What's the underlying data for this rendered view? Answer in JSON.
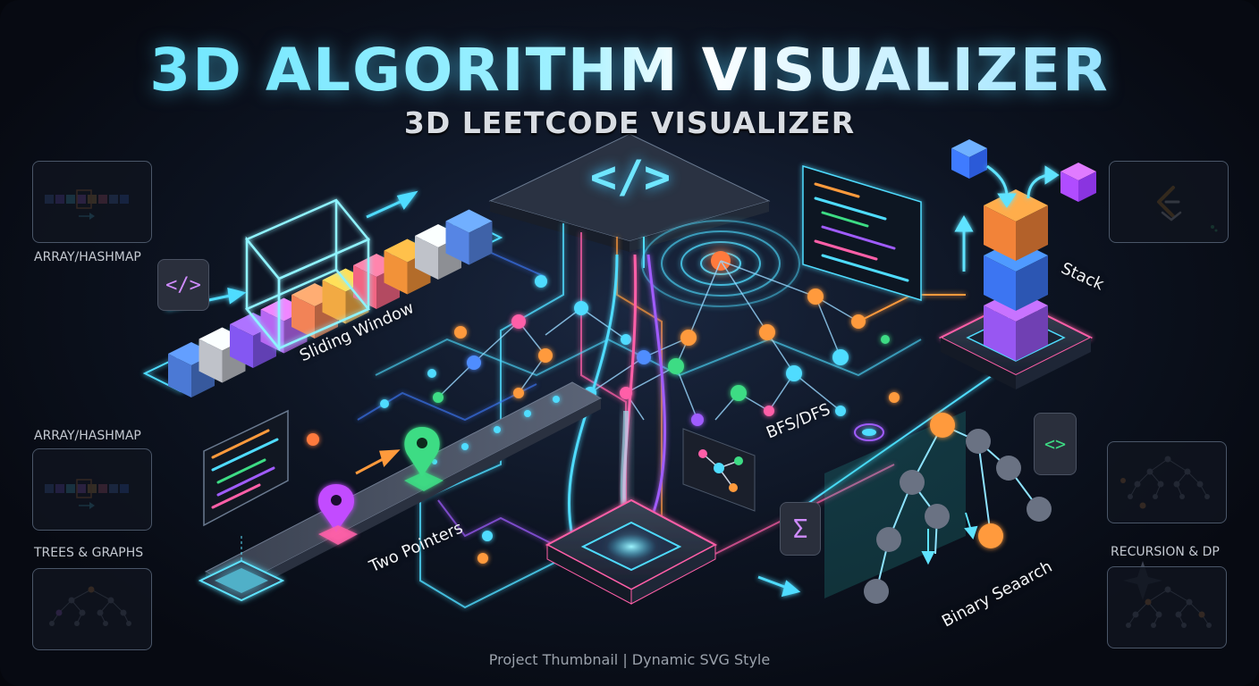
{
  "header": {
    "title": "3D ALGORITHM VISUALIZER",
    "subtitle": "3D LEETCODE VISUALIZER"
  },
  "panels": {
    "left_top_label": "ARRAY/HASHMAP",
    "left_middle_label": "ARRAY/HASHMAP",
    "left_bottom_label": "TREES & GRAPHS",
    "right_bottom_label": "RECURSION & DP"
  },
  "scene_labels": {
    "sliding_window": "Sliding Window",
    "two_pointers": "Two Pointers",
    "bfs_dfs": "BFS/DFS",
    "stack": "Stack",
    "binary_search": "Binary Seaarch"
  },
  "icons": {
    "code_brackets": "</>",
    "code_brackets_small": "</>",
    "code_brackets_right": "<>",
    "sigma": "Σ"
  },
  "footer": "Project Thumbnail | Dynamic SVG Style",
  "colors": {
    "accent_cyan": "#4fdcff",
    "accent_pink": "#ff5fa8",
    "accent_orange": "#ff9a3c",
    "accent_purple": "#a05cff",
    "accent_green": "#3ddc84",
    "accent_blue": "#3f7bff"
  }
}
